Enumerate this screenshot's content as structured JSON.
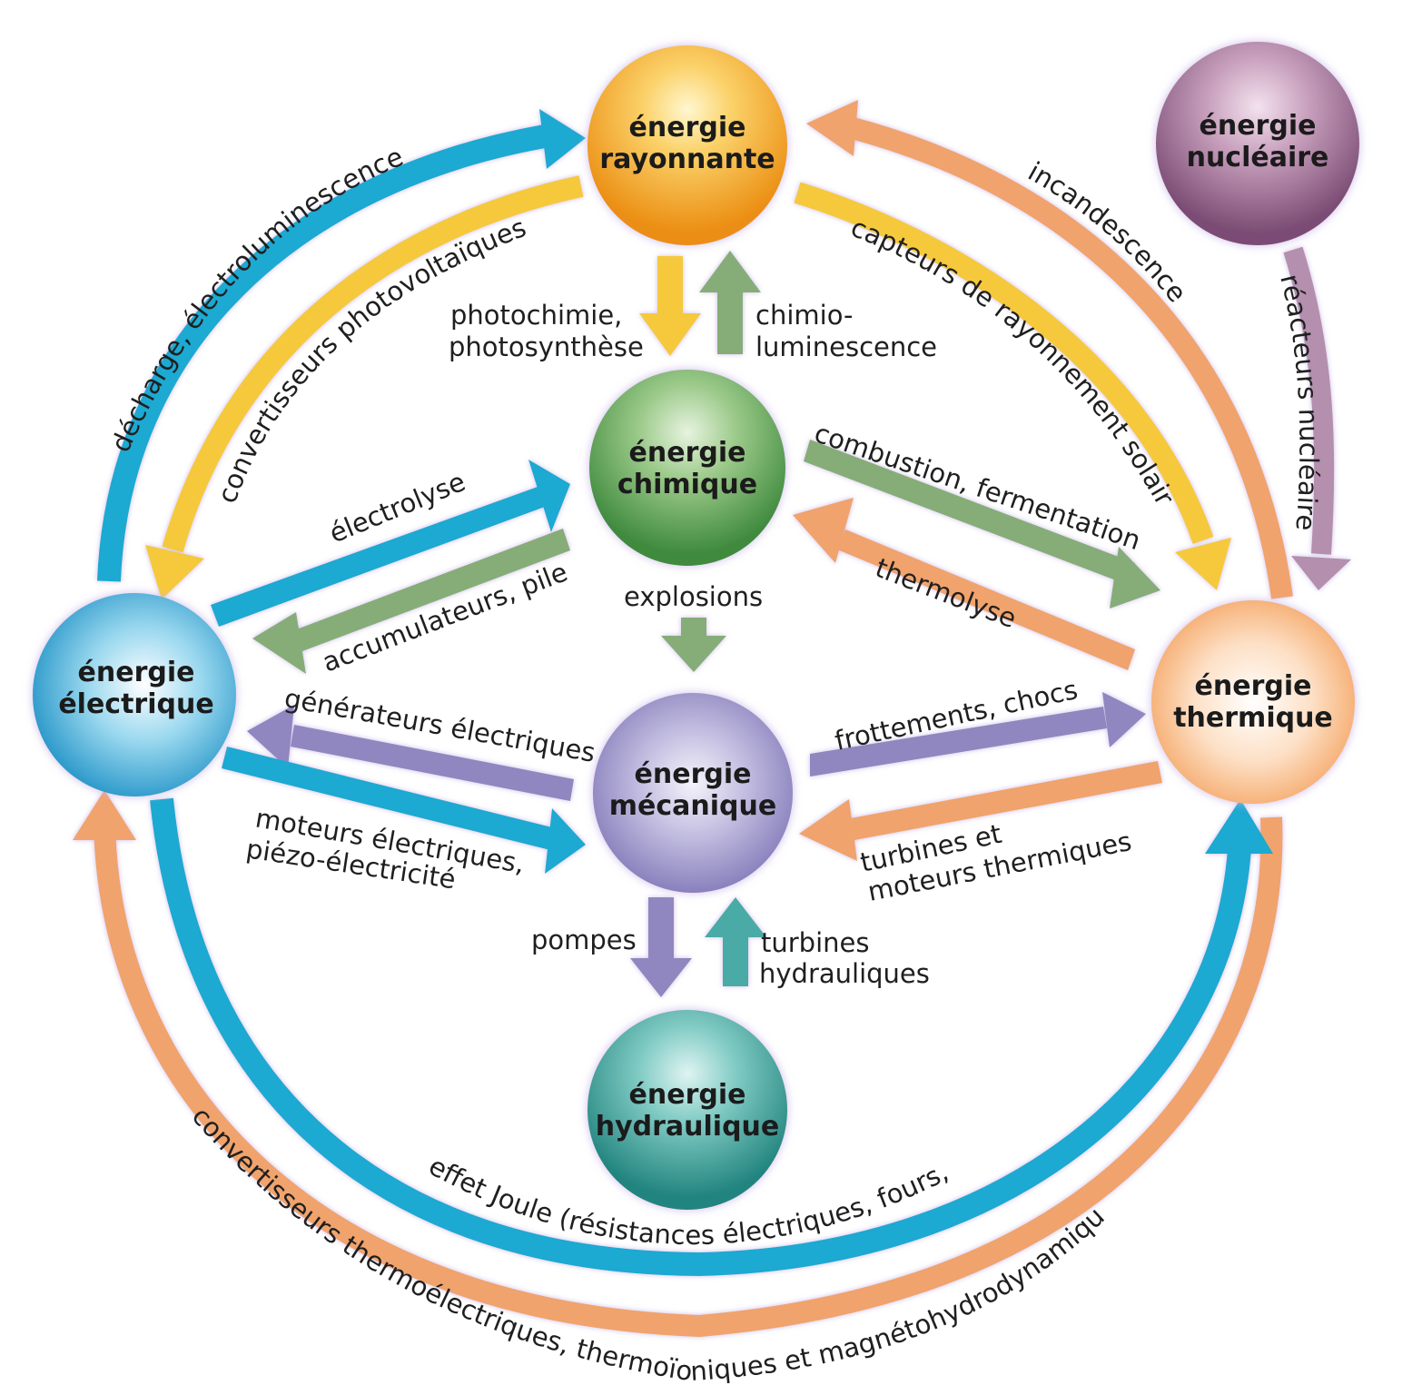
{
  "colors": {
    "blue": "#1ea9d2",
    "yellow": "#f5c93a",
    "orange": "#f0a36c",
    "green": "#86ad78",
    "lavender": "#9087c0",
    "mauve": "#b48fae",
    "teal": "#4aaaa6"
  },
  "nodes": {
    "rayonnante": {
      "line1": "énergie",
      "line2": "rayonnante"
    },
    "nucleaire": {
      "line1": "énergie",
      "line2": "nucléaire"
    },
    "chimique": {
      "line1": "énergie",
      "line2": "chimique"
    },
    "electrique": {
      "line1": "énergie",
      "line2": "électrique"
    },
    "thermique": {
      "line1": "énergie",
      "line2": "thermique"
    },
    "mecanique": {
      "line1": "énergie",
      "line2": "mécanique"
    },
    "hydraulique": {
      "line1": "énergie",
      "line2": "hydraulique"
    }
  },
  "labels": {
    "decharge": "décharge, électroluminescence",
    "photovoltaiques": "convertisseurs photovoltaïques",
    "incandescence": "incandescence",
    "capteurs": "capteurs de rayonnement solaire",
    "reacteurs": "réacteurs nucléaires",
    "photochimie_1": "photochimie,",
    "photochimie_2": "photosynthèse",
    "chimio_1": "chimio-",
    "chimio_2": "luminescence",
    "electrolyse": "électrolyse",
    "accumulateurs": "accumulateurs, piles",
    "combustion": "combustion, fermentation",
    "thermolyse": "thermolyse",
    "explosions": "explosions",
    "generateurs": "générateurs électriques",
    "moteurs_1": "moteurs électriques,",
    "moteurs_2": "piézo-électricité",
    "frottements": "frottements, chocs",
    "turbines_th_1": "turbines et",
    "turbines_th_2": "moteurs thermiques",
    "pompes": "pompes",
    "turbines_hy_1": "turbines",
    "turbines_hy_2": "hydrauliques",
    "joule": "effet Joule (résistances électriques, fours, etc.)",
    "thermoelectriques": "convertisseurs thermoélectriques, thermoïoniques et magnétohydrodynamiques"
  }
}
